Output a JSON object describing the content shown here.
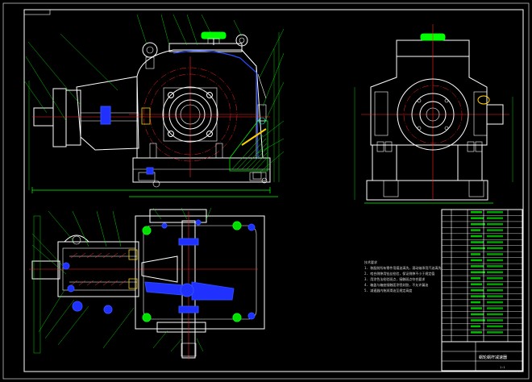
{
  "drawing": {
    "title": "Worm gear reducer assembly drawing",
    "colors": {
      "background": "#000000",
      "frame": "#ffffff",
      "dimension": "#00ff00",
      "centerline": "#ff2020",
      "bolt": "#2030ff",
      "hidden": "#ffd000"
    }
  },
  "technical_notes": {
    "heading": "技术要求",
    "lines": [
      "1. 装配前所有零件用煤油清洗，滚动轴承用汽油清洗",
      "2. 啮合侧隙用铅丝检验，保证侧隙不小于规定值",
      "3. 用涂色法检验斑点，接触斑点符合要求",
      "4. 箱盖与箱座接触面涂密封胶，不允许漏油",
      "5. 减速器内装润滑油至规定高度"
    ]
  },
  "title_block": {
    "rows": 22,
    "bottom_label": "蜗轮蜗杆减速器",
    "scale_label": "1:1"
  }
}
